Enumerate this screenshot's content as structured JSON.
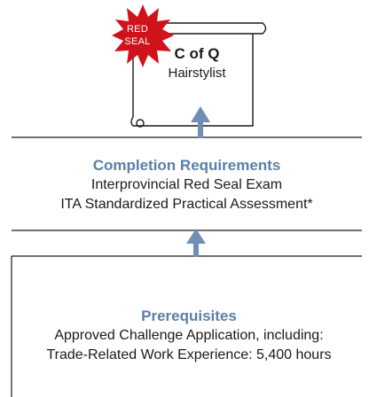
{
  "seal": {
    "line1": "RED",
    "line2": "SEAL"
  },
  "certificate": {
    "title": "C of Q",
    "subtitle": "Hairstylist"
  },
  "completion": {
    "heading": "Completion Requirements",
    "lines": [
      "Interprovincial Red Seal Exam",
      "ITA Standardized Practical Assessment*"
    ]
  },
  "prerequisites": {
    "heading": "Prerequisites",
    "lines": [
      "Approved Challenge Application, including:",
      "Trade-Related Work Experience: 5,400 hours"
    ]
  },
  "colors": {
    "arrow": "#6f8fb3",
    "heading": "#5b7fa6",
    "seal": "#d0121b"
  }
}
